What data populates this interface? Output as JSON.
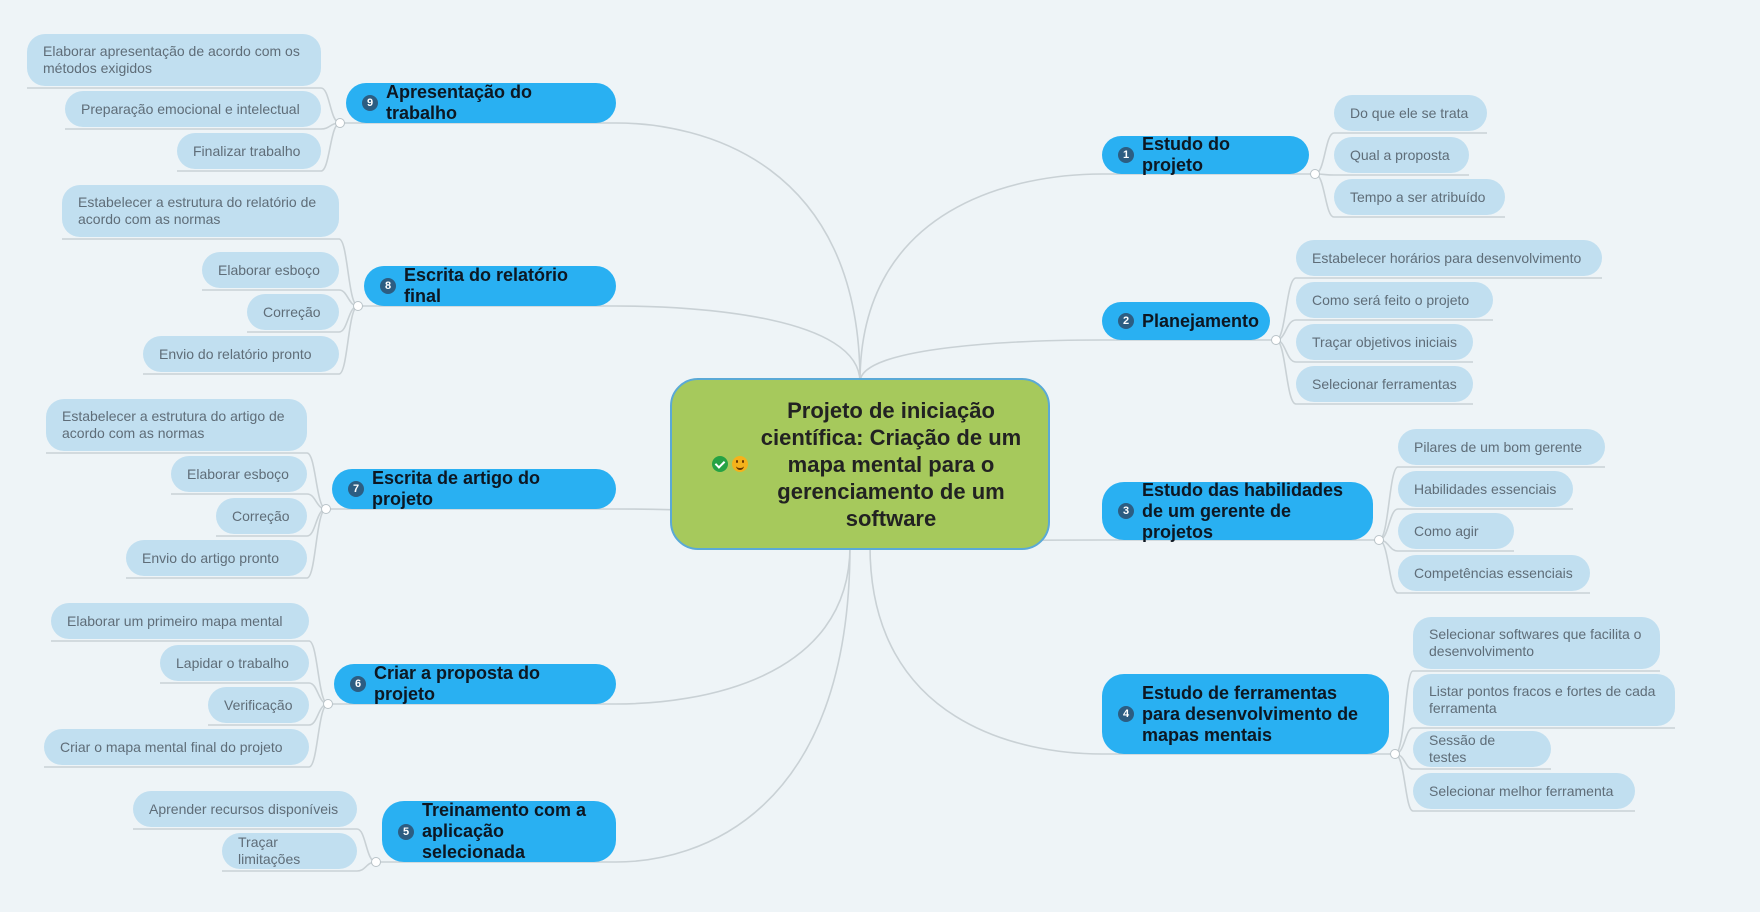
{
  "root": {
    "title": "Projeto de iniciação científica: Criação de um mapa mental para o gerenciamento de um software",
    "icons": [
      "check-icon",
      "smile-icon"
    ]
  },
  "topics": [
    {
      "number": "1",
      "label": "Estudo do projeto",
      "subtopics": [
        "Do que ele se trata",
        "Qual a proposta",
        "Tempo a ser atribuído"
      ]
    },
    {
      "number": "2",
      "label": "Planejamento",
      "subtopics": [
        "Estabelecer horários para desenvolvimento",
        "Como será feito o projeto",
        "Traçar objetivos iniciais",
        "Selecionar ferramentas"
      ]
    },
    {
      "number": "3",
      "label": "Estudo das habilidades de um gerente de projetos",
      "subtopics": [
        "Pilares de um bom gerente",
        "Habilidades essenciais",
        "Como agir",
        "Competências essenciais"
      ]
    },
    {
      "number": "4",
      "label": "Estudo de ferramentas para desenvolvimento de mapas mentais",
      "subtopics": [
        "Selecionar softwares que facilita o desenvolvimento",
        "Listar pontos fracos e fortes de cada ferramenta",
        "Sessão de testes",
        "Selecionar melhor ferramenta"
      ]
    },
    {
      "number": "5",
      "label": "Treinamento com a aplicação selecionada",
      "subtopics": [
        "Aprender recursos disponíveis",
        "Traçar limitações"
      ]
    },
    {
      "number": "6",
      "label": "Criar a proposta do projeto",
      "subtopics": [
        "Elaborar um primeiro mapa mental",
        "Lapidar o trabalho",
        "Verificação",
        "Criar o mapa mental final do projeto"
      ]
    },
    {
      "number": "7",
      "label": "Escrita de artigo do projeto",
      "subtopics": [
        "Estabelecer a estrutura do artigo de acordo com as normas",
        "Elaborar esboço",
        "Correção",
        "Envio do artigo pronto"
      ]
    },
    {
      "number": "8",
      "label": "Escrita do relatório final",
      "subtopics": [
        "Estabelecer a estrutura do relatório de acordo com as normas",
        "Elaborar esboço",
        "Correção",
        "Envio do relatório pronto"
      ]
    },
    {
      "number": "9",
      "label": "Apresentação do trabalho",
      "subtopics": [
        "Elaborar apresentação de acordo com os métodos exigidos",
        "Preparação emocional e intelectual",
        "Finalizar trabalho"
      ]
    }
  ],
  "colors": {
    "root_fill": "#a6c95c",
    "root_border": "#5aa9d6",
    "topic_fill": "#29b0f2",
    "subtopic_fill": "#c1dff0",
    "connector": "#c9d1d5",
    "background": "#eef4f7"
  }
}
